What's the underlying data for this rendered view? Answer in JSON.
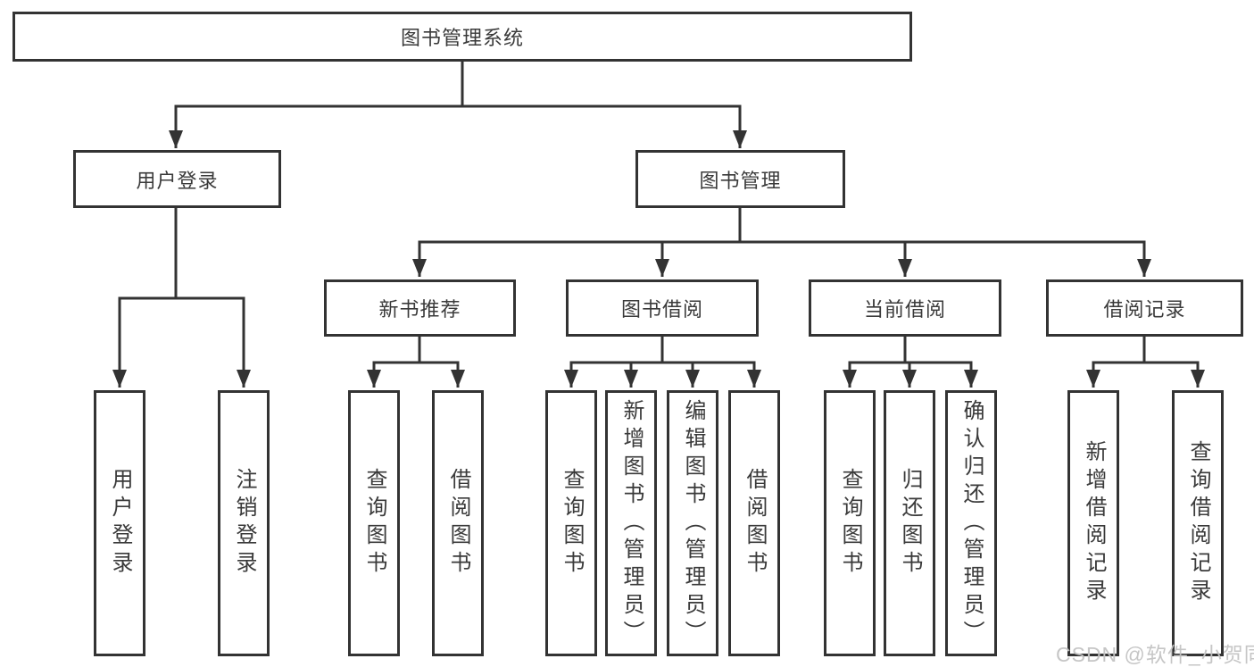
{
  "diagram": {
    "title": "图书管理系统",
    "colors": {
      "line": "#333333",
      "box_border": "#333333",
      "box_background": "#ffffff",
      "text": "#3a3a3a",
      "watermark": "#c3c3c3"
    },
    "tree": {
      "root": "图书管理系统",
      "branches": [
        {
          "label": "用户登录",
          "leaves": [
            "用户登录",
            "注销登录"
          ]
        },
        {
          "label": "图书管理",
          "groups": [
            {
              "label": "新书推荐",
              "leaves": [
                "查询图书",
                "借阅图书"
              ]
            },
            {
              "label": "图书借阅",
              "leaves": [
                "查询图书",
                "新增图书（管理员）",
                "编辑图书（管理员）",
                "借阅图书"
              ]
            },
            {
              "label": "当前借阅",
              "leaves": [
                "查询图书",
                "归还图书",
                "确认归还（管理员）"
              ]
            },
            {
              "label": "借阅记录",
              "leaves": [
                "新增借阅记录",
                "查询借阅记录"
              ]
            }
          ]
        }
      ]
    },
    "watermark": "CSDN @软件_小贺同学"
  }
}
